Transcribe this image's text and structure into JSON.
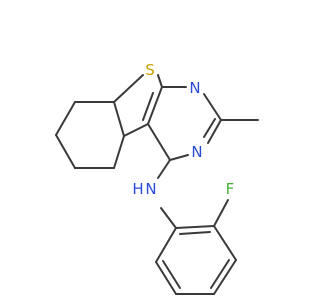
{
  "molecule": {
    "atoms": {
      "sulfur": "S",
      "nitrogen_top": "N",
      "nitrogen_right": "N",
      "amine_nitrogen": "N",
      "amine_hydrogen": "H",
      "fluorine": "F"
    },
    "colors": {
      "bond": "#3a3a3a",
      "sulfur": "#c8a200",
      "nitrogen": "#2a4bd7",
      "fluorine": "#48b036"
    }
  }
}
